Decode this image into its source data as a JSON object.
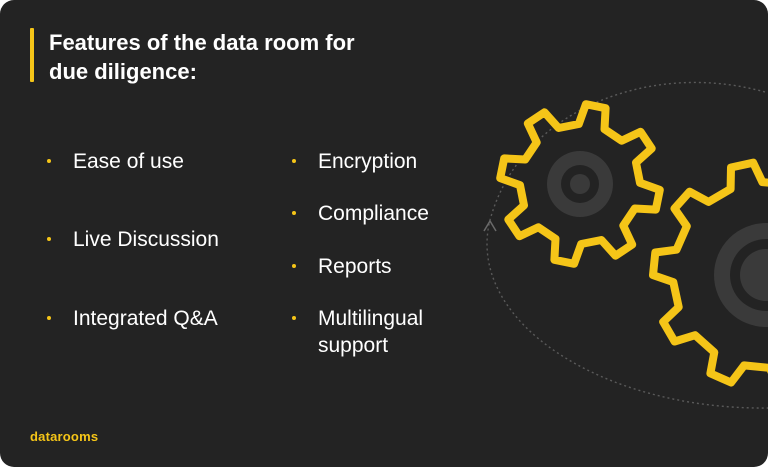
{
  "title": {
    "line1": "Features of the data room for",
    "line2": "due diligence:"
  },
  "features_left": [
    "Ease of use",
    "Live Discussion",
    "Integrated Q&A"
  ],
  "features_right": [
    [
      "Encryption"
    ],
    [
      "Compliance"
    ],
    [
      "Reports"
    ],
    [
      "Multilingual",
      "support"
    ]
  ],
  "brand": {
    "logo_text": "datarooms",
    "logo_icon": "datarooms-logo-icon"
  },
  "colors": {
    "background": "#232323",
    "accent": "#F5C518",
    "text": "#ffffff",
    "gear_inner": "#3a3a3a"
  },
  "decor": {
    "gear_icon": "gear-icon",
    "arrow_icon": "circular-arrow-icon"
  }
}
